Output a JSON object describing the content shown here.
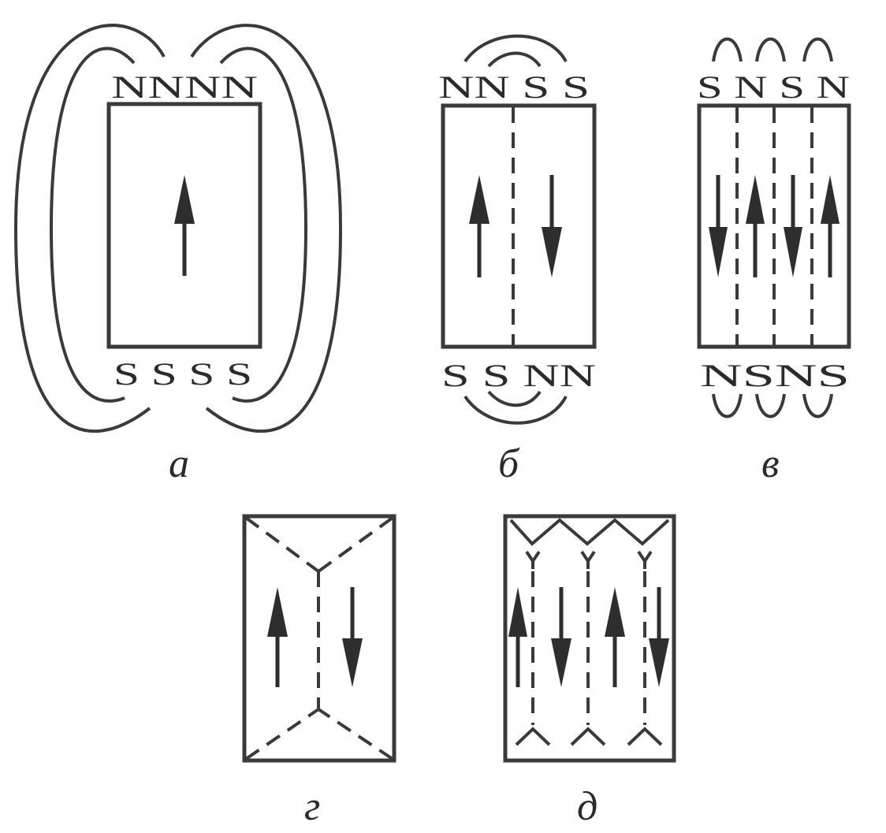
{
  "panels": {
    "a": {
      "top_poles": "NNNN",
      "bottom_poles": "S S S S",
      "caption": "a"
    },
    "b": {
      "top_poles": "NN S S",
      "bottom_poles": "S S NN",
      "caption": "б"
    },
    "v": {
      "top_poles": "S N S N",
      "bottom_poles": "NSNS",
      "caption": "в"
    },
    "g": {
      "caption": "г"
    },
    "d": {
      "caption": "д"
    }
  }
}
